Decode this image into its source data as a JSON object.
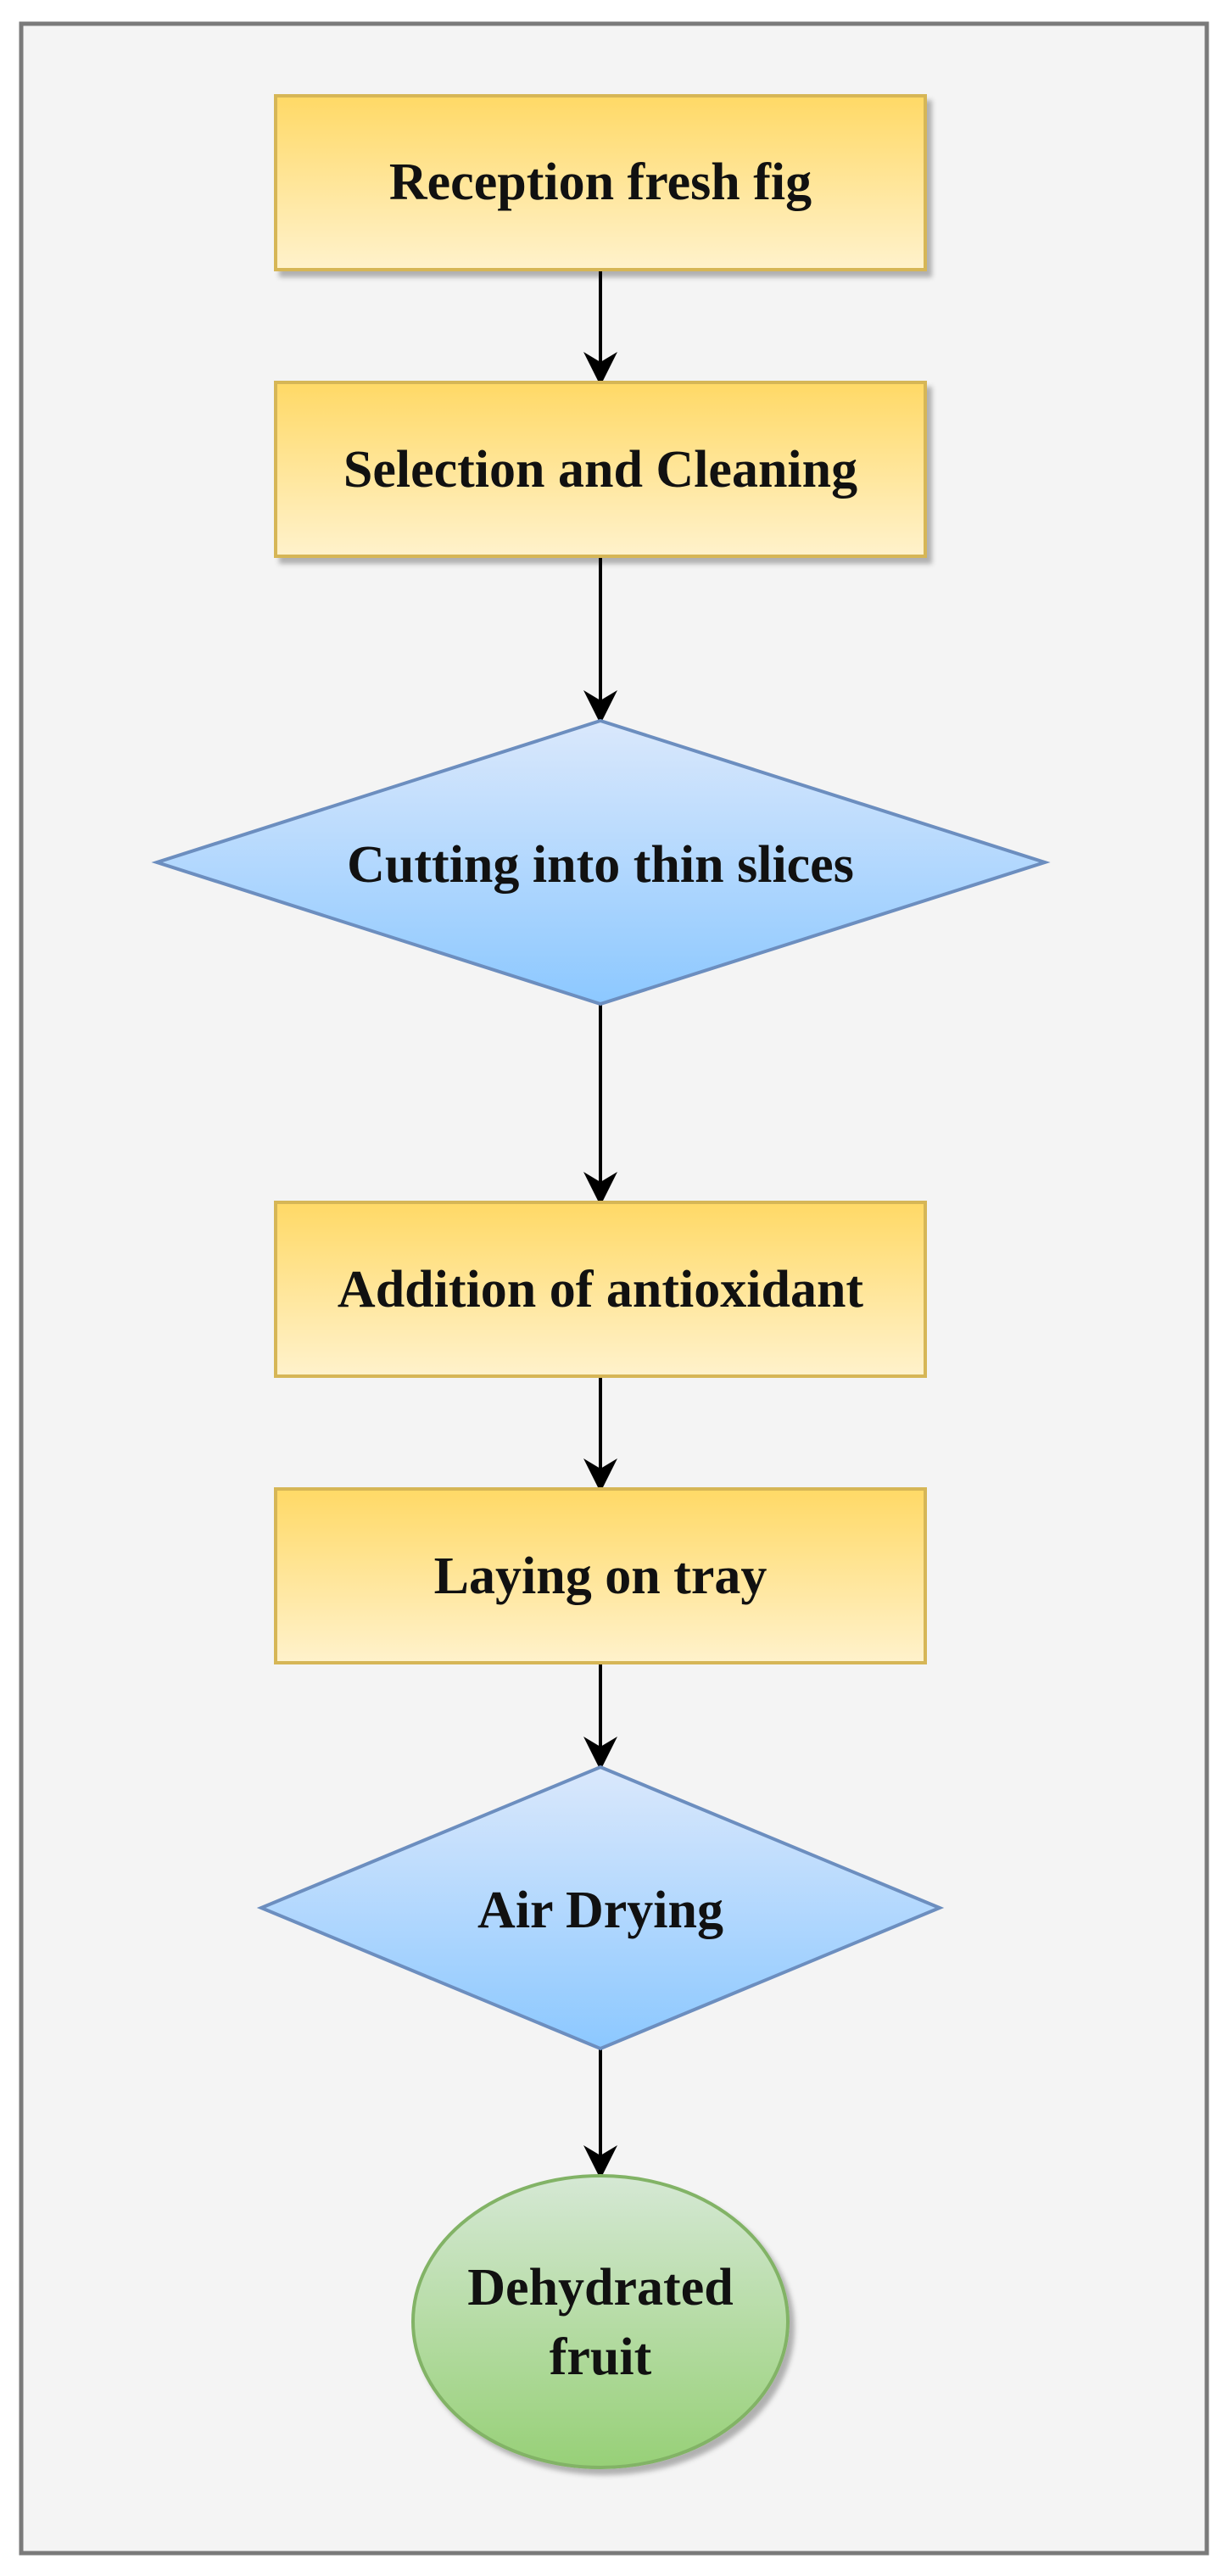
{
  "diagram": {
    "nodes": [
      {
        "id": "reception",
        "shape": "rectangle",
        "lines": [
          "Reception fresh fig"
        ]
      },
      {
        "id": "selection",
        "shape": "rectangle",
        "lines": [
          "Selection and Cleaning"
        ]
      },
      {
        "id": "cutting",
        "shape": "diamond",
        "lines": [
          "Cutting into thin slices"
        ]
      },
      {
        "id": "antioxidant",
        "shape": "rectangle",
        "lines": [
          "Addition of antioxidant"
        ]
      },
      {
        "id": "laying",
        "shape": "rectangle",
        "lines": [
          "Laying on tray"
        ]
      },
      {
        "id": "drying",
        "shape": "diamond",
        "lines": [
          "Air Drying"
        ]
      },
      {
        "id": "dehydrated",
        "shape": "ellipse",
        "lines": [
          "Dehydrated",
          "fruit"
        ]
      }
    ],
    "edges": [
      [
        "reception",
        "selection"
      ],
      [
        "selection",
        "cutting"
      ],
      [
        "cutting",
        "antioxidant"
      ],
      [
        "antioxidant",
        "laying"
      ],
      [
        "laying",
        "drying"
      ],
      [
        "drying",
        "dehydrated"
      ]
    ],
    "colors": {
      "background": "#f4f4f4",
      "frame": "#7a7a7a",
      "rect_top": "#ffd966",
      "rect_bottom": "#fff2cc",
      "rect_stroke": "#d6b656",
      "diamond_top": "#dae8fc",
      "diamond_bottom": "#8cc8ff",
      "diamond_stroke": "#6c8ebf",
      "ellipse_top": "#d5e8d4",
      "ellipse_bottom": "#97d077",
      "ellipse_stroke": "#82b366",
      "arrow": "#000000"
    }
  }
}
